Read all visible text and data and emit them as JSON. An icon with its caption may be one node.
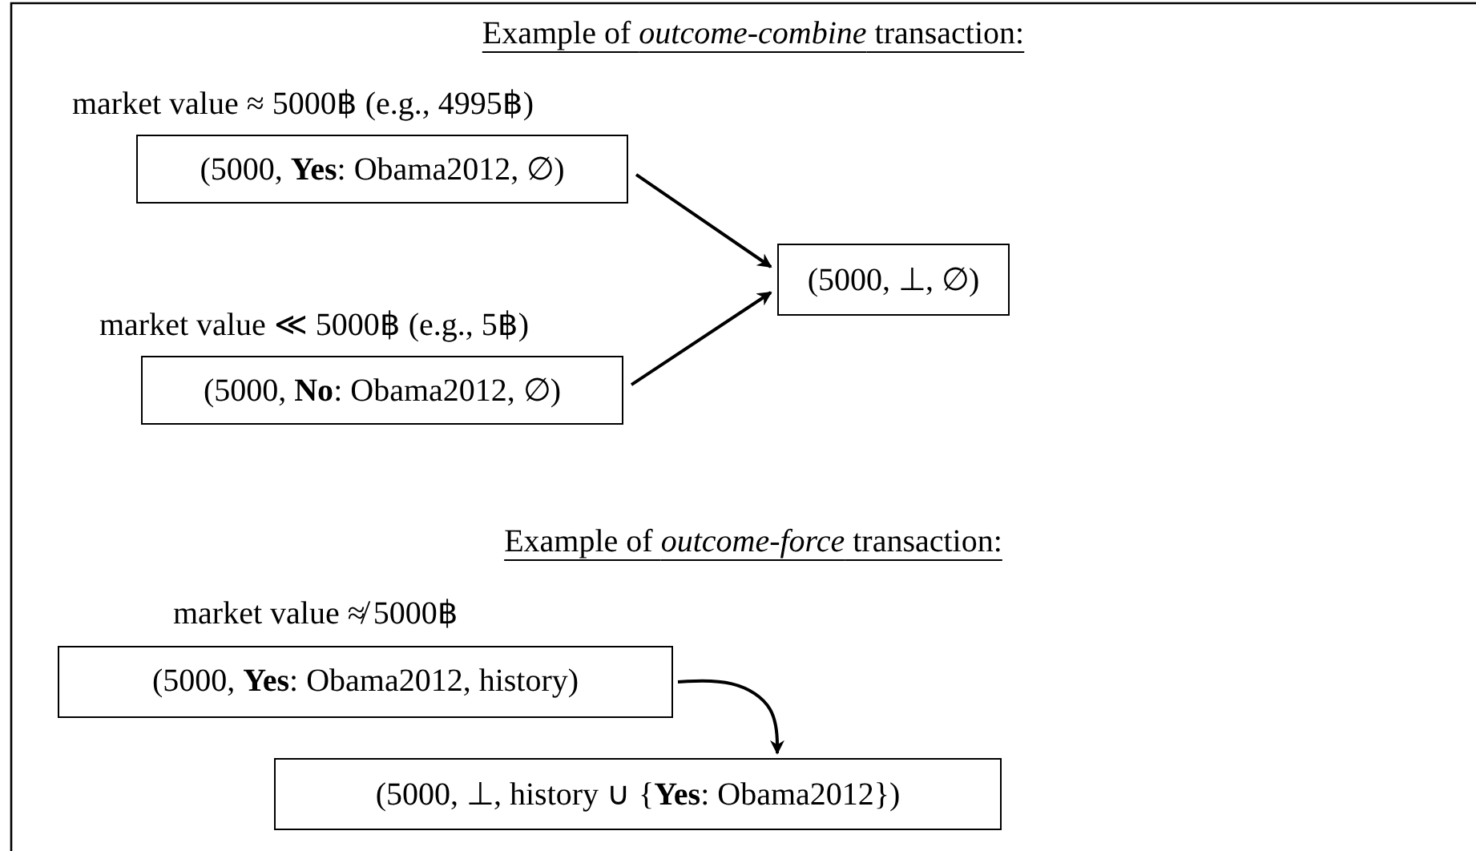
{
  "diagram": {
    "nodes": [
      {
        "text": [
          "(5000, **Yes**: Obama2012, ∅)"
        ],
        "beside": [
          "market value ≈ 5000฿ (e.g., 4995฿)"
        ]
      },
      {
        "text": [
          "(5000, **No**: Obama2012, ∅)"
        ],
        "beside": [
          "market value ≪ 5000฿ (e.g., 5฿)"
        ]
      },
      {
        "text": [
          "(5000, ⊥, ∅)"
        ]
      },
      {
        "text": [
          "(5000, **Yes**: Obama2012, history)"
        ],
        "beside": [
          "market value ≉ 5000฿"
        ]
      },
      {
        "text": [
          "(5000, ⊥, history ∪ {**Yes**: Obama2012})"
        ]
      }
    ],
    "edges": [
      {
        "from": 0,
        "to": 2,
        "arrow": "to"
      },
      {
        "from": 1,
        "to": 2,
        "arrow": "to"
      },
      {
        "from": 3,
        "to": 4,
        "arrow": "to"
      }
    ],
    "labels": [
      "Example of *outcome-combine* transaction:",
      "Example of *outcome-force* transaction:"
    ]
  }
}
